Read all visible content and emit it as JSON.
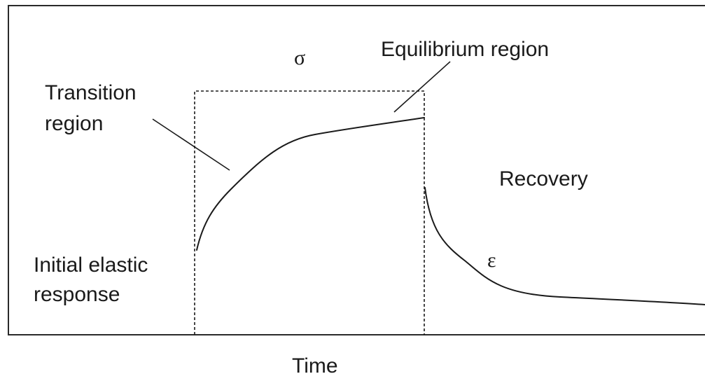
{
  "labels": {
    "sigma": "σ",
    "epsilon": "ε",
    "equilibrium": "Equilibrium region",
    "transition_line1": "Transition",
    "transition_line2": "region",
    "recovery": "Recovery",
    "initial_line1": "Initial elastic",
    "initial_line2": "response",
    "time": "Time"
  }
}
